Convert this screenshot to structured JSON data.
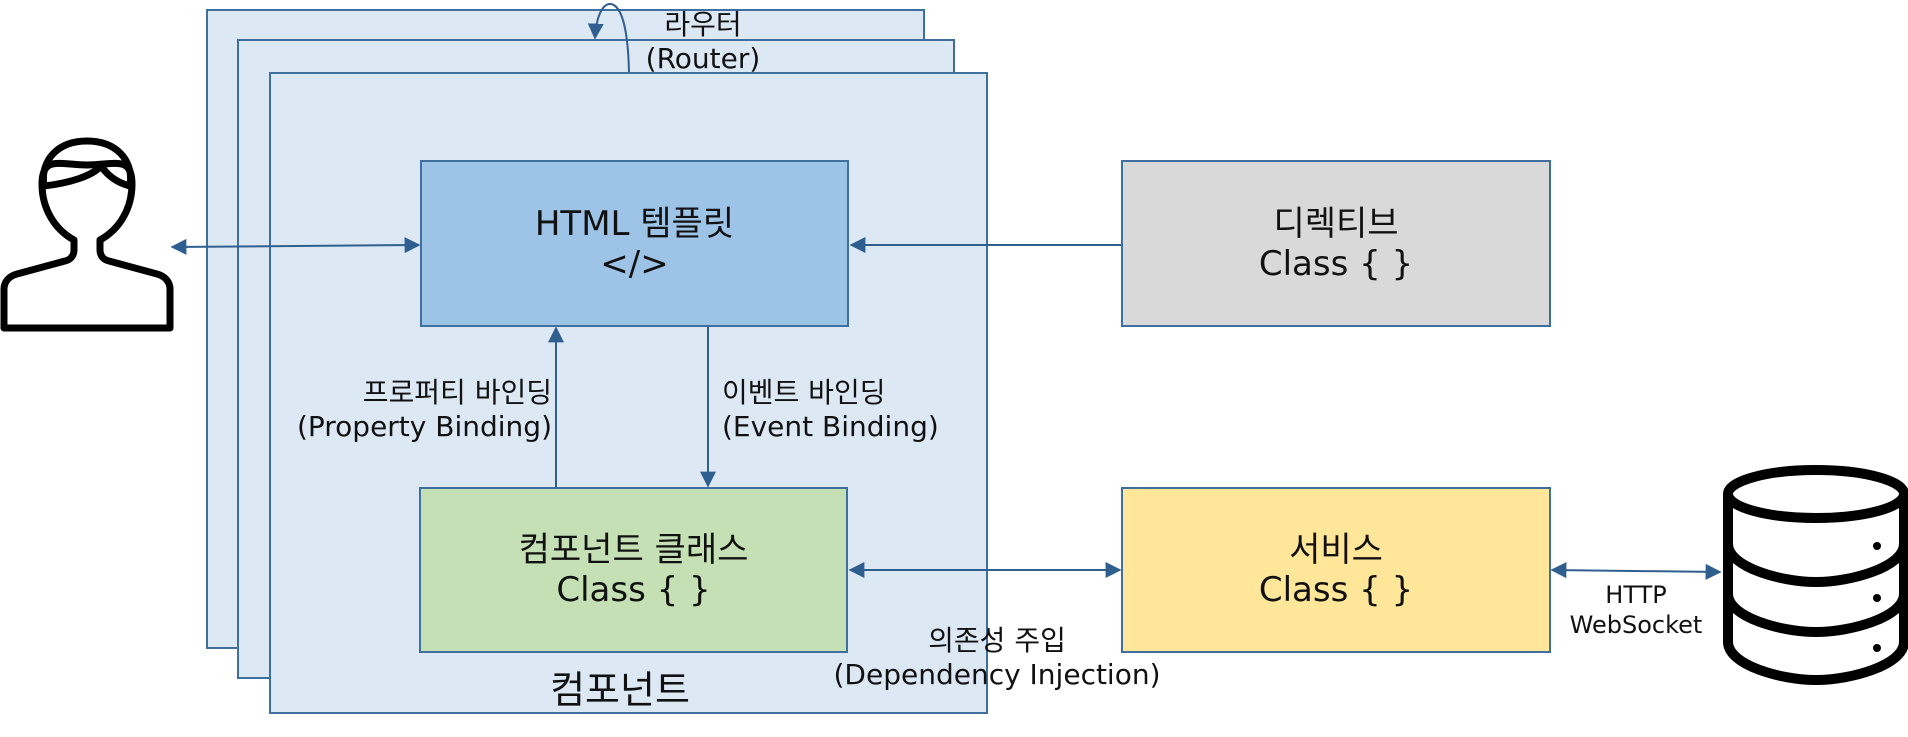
{
  "colors": {
    "component_bg": "#dde8f5",
    "border": "#3f6f9e",
    "template_box": "#9dc3e6",
    "directive_box": "#d9d9d9",
    "component_class_box": "#c5e0b4",
    "service_box": "#ffe699",
    "arrow": "#2f5f8e"
  },
  "icons": {
    "user": "user-icon",
    "database": "database-icon"
  },
  "router": {
    "line1": "라우터",
    "line2": "(Router)"
  },
  "component_label": "컴포넌트",
  "template_box": {
    "line1": "HTML 템플릿",
    "line2": "</>"
  },
  "directive_box": {
    "line1": "디렉티브",
    "line2": "Class { }"
  },
  "component_class_box": {
    "line1": "컴포넌트 클래스",
    "line2": "Class { }"
  },
  "service_box": {
    "line1": "서비스",
    "line2": "Class { }"
  },
  "property_binding": {
    "line1": "프로퍼티 바인딩",
    "line2": "(Property Binding)"
  },
  "event_binding": {
    "line1": "이벤트 바인딩",
    "line2": "(Event Binding)"
  },
  "dependency_injection": {
    "line1": "의존성 주입",
    "line2": "(Dependency Injection)"
  },
  "protocol": {
    "line1": "HTTP",
    "line2": "WebSocket"
  }
}
